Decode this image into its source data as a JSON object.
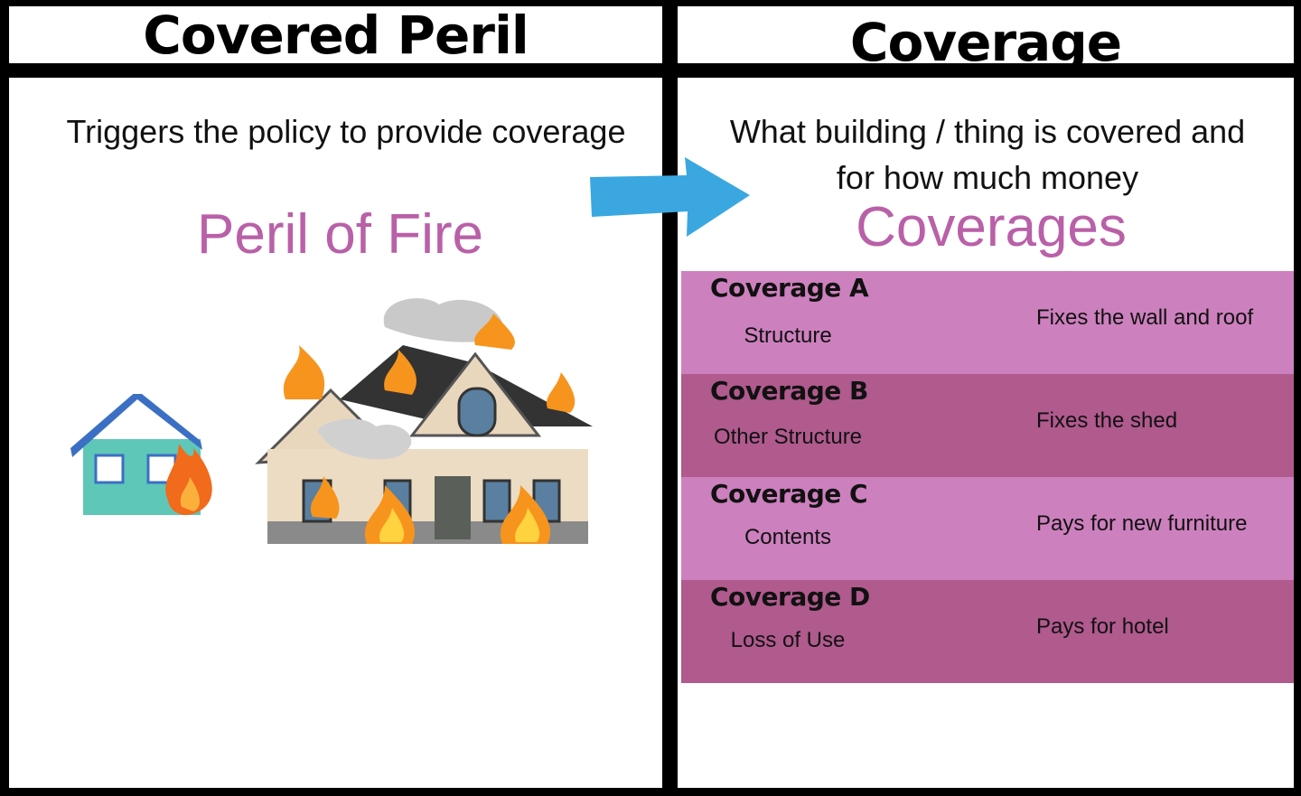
{
  "left": {
    "header": "Covered Peril",
    "description": "Triggers the policy to provide coverage",
    "peril": "Peril of Fire"
  },
  "right": {
    "header": "Coverage",
    "description_line1": "What building / thing is covered and",
    "description_line2": "for how much money",
    "title": "Coverages",
    "rows": [
      {
        "name": "Coverage A",
        "type": "Structure",
        "detail": "Fixes the wall and roof",
        "color": "#cd80be"
      },
      {
        "name": "Coverage B",
        "type": "Other Structure",
        "detail": "Fixes the shed",
        "color": "#b05a8e"
      },
      {
        "name": "Coverage C",
        "type": "Contents",
        "detail": "Pays for new furniture",
        "color": "#cd80be"
      },
      {
        "name": "Coverage D",
        "type": "Loss of Use",
        "detail": "Pays for hotel",
        "color": "#b05a8e"
      }
    ]
  },
  "colors": {
    "arrow": "#3aa7e0",
    "accent": "#b960a8"
  }
}
